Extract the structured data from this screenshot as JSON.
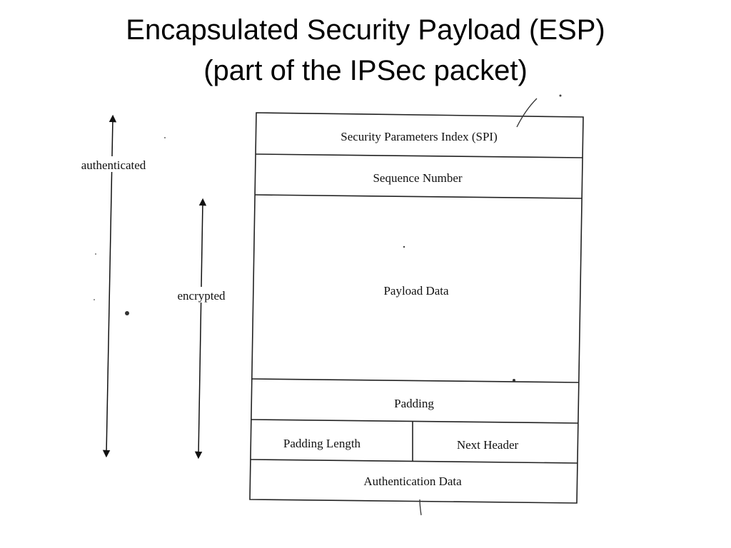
{
  "title": {
    "line1": "Encapsulated Security Payload (ESP)",
    "line2": "(part of the IPSec packet)"
  },
  "fields": {
    "spi": "Security Parameters Index (SPI)",
    "sequence_number": "Sequence Number",
    "payload_data": "Payload Data",
    "padding": "Padding",
    "padding_length": "Padding Length",
    "next_header": "Next Header",
    "authentication_data": "Authentication Data"
  },
  "ranges": {
    "authenticated": "authenticated",
    "encrypted": "encrypted"
  }
}
